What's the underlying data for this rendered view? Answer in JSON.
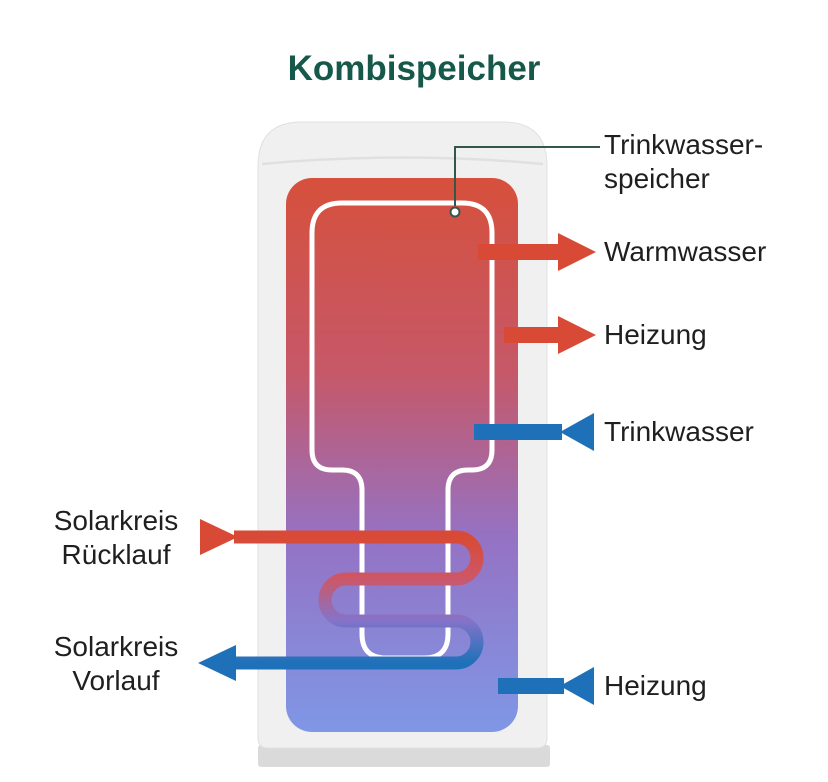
{
  "title": "Kombispeicher",
  "diagram": {
    "pointer_label": {
      "line1": "Trinkwasser-",
      "line2": "speicher"
    },
    "right_labels": {
      "warmwasser": "Warmwasser",
      "heizung_top": "Heizung",
      "trinkwasser": "Trinkwasser",
      "heizung_bottom": "Heizung"
    },
    "left_labels": {
      "solar_ruecklauf": {
        "line1": "Solarkreis",
        "line2": "Rücklauf"
      },
      "solar_vorlauf": {
        "line1": "Solarkreis",
        "line2": "Vorlauf"
      }
    }
  },
  "colors": {
    "titleGreen": "#16594a",
    "hotRed": "#d84a35",
    "coldBlue": "#1e71b8",
    "gradTop": "#d6503c",
    "gradMid1": "#c65868",
    "gradMid2": "#9572c4",
    "gradBottom": "#7f97e6",
    "coilMid1": "#cd5767",
    "coilMid2": "#8573c9",
    "tankGray": "#f0f0f0",
    "tankSeam": "#e0e0e0",
    "baseGray": "#dadada",
    "vesselOutline": "#ffffff",
    "pointerLine": "#35564b",
    "textDark": "#1f1f1f"
  }
}
